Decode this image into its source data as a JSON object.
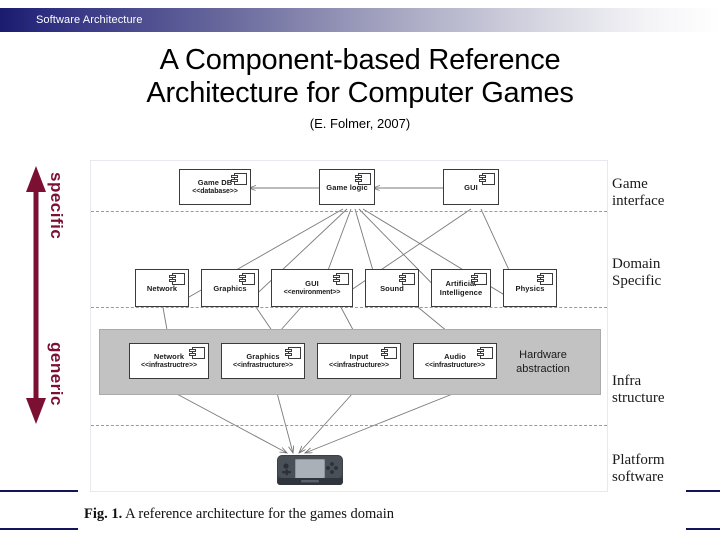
{
  "header": {
    "breadcrumb": "Software Architecture",
    "gradient_start": "#1a1a6e",
    "gradient_end": "#ffffff"
  },
  "title": {
    "line1": "A Component-based Reference",
    "line2": "Architecture for Computer Games",
    "citation": "(E. Folmer, 2007)"
  },
  "axis": {
    "color": "#7B1033",
    "top_label": "specific",
    "bottom_label": "generic"
  },
  "figure": {
    "caption_label": "Fig. 1.",
    "caption_text": " A reference architecture for the games domain",
    "band_label_line1": "Hardware",
    "band_label_line2": "abstraction",
    "band_color": "#c2c2c2"
  },
  "layer_captions": [
    {
      "line1": "Game",
      "line2": "interface"
    },
    {
      "line1": "Domain",
      "line2": "Specific"
    },
    {
      "line1": "Infra",
      "line2": "structure"
    },
    {
      "line1": "Platform",
      "line2": "software"
    }
  ],
  "components": {
    "game_interface": [
      {
        "name": "Game DB",
        "stereotype": "<<database>>"
      },
      {
        "name": "Game logic",
        "stereotype": ""
      },
      {
        "name": "GUI",
        "stereotype": ""
      }
    ],
    "domain_specific": [
      {
        "name": "Network",
        "stereotype": ""
      },
      {
        "name": "Graphics",
        "stereotype": ""
      },
      {
        "name": "GUI",
        "stereotype": "<<environment>>"
      },
      {
        "name": "Sound",
        "stereotype": ""
      },
      {
        "name": "Artificial Intelligence",
        "name_line1": "Artificial",
        "name_line2": "Intelligence",
        "stereotype": ""
      },
      {
        "name": "Physics",
        "stereotype": ""
      }
    ],
    "infrastructure": [
      {
        "name": "Network",
        "stereotype": "<<infrastructre>>"
      },
      {
        "name": "Graphics",
        "stereotype": "<<infrastructure>>"
      },
      {
        "name": "Input",
        "stereotype": "<<infrastructure>>"
      },
      {
        "name": "Audio",
        "stereotype": "<<infrastructure>>"
      }
    ]
  },
  "footer": {
    "rule_color": "#14145a"
  }
}
